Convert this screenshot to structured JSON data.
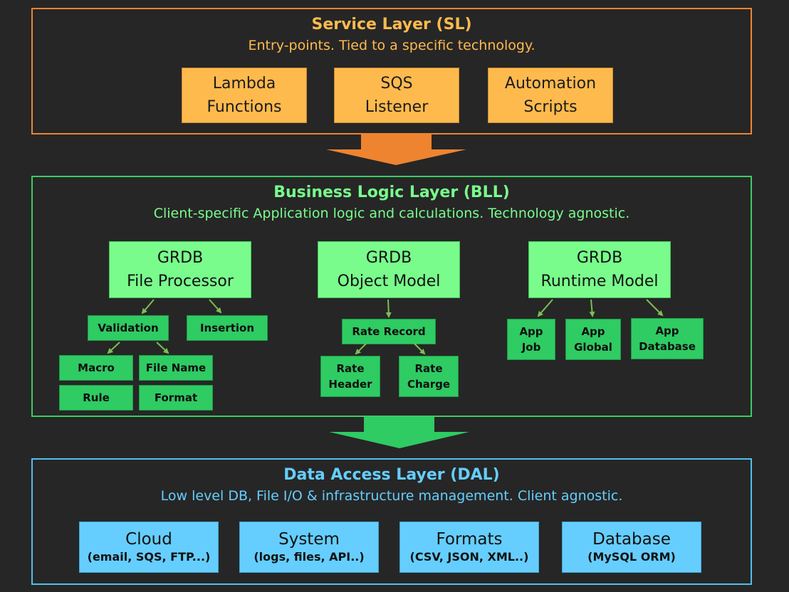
{
  "service_layer": {
    "title": "Service Layer (SL)",
    "subtitle": "Entry-points. Tied to a specific technology.",
    "color": "#ffba4e",
    "boxes": [
      {
        "line1": "Lambda",
        "line2": "Functions"
      },
      {
        "line1": "SQS",
        "line2": "Listener"
      },
      {
        "line1": "Automation",
        "line2": "Scripts"
      }
    ]
  },
  "business_logic_layer": {
    "title": "Business Logic Layer (BLL)",
    "subtitle": "Client-specific Application logic and calculations. Technology agnostic.",
    "color": "#79fc8c",
    "groups": [
      {
        "line1": "GRDB",
        "line2": "File Processor",
        "children": [
          "Validation",
          "Insertion"
        ],
        "grandchildren": [
          "Macro",
          "File Name",
          "Rule",
          "Format"
        ]
      },
      {
        "line1": "GRDB",
        "line2": "Object Model",
        "children": [
          "Rate Record"
        ],
        "grandchildren": [
          {
            "line1": "Rate",
            "line2": "Header"
          },
          {
            "line1": "Rate",
            "line2": "Charge"
          }
        ]
      },
      {
        "line1": "GRDB",
        "line2": "Runtime Model",
        "children": [
          {
            "line1": "App",
            "line2": "Job"
          },
          {
            "line1": "App",
            "line2": "Global"
          },
          {
            "line1": "App",
            "line2": "Database"
          }
        ]
      }
    ]
  },
  "data_access_layer": {
    "title": "Data Access Layer (DAL)",
    "subtitle": "Low level DB, File I/O & infrastructure management. Client agnostic.",
    "color": "#65cefe",
    "boxes": [
      {
        "name": "Cloud",
        "detail": "(email, SQS, FTP...)"
      },
      {
        "name": "System",
        "detail": "(logs, files, API..)"
      },
      {
        "name": "Formats",
        "detail": "(CSV, JSON, XML..)"
      },
      {
        "name": "Database",
        "detail": "(MySQL ORM)"
      }
    ]
  }
}
